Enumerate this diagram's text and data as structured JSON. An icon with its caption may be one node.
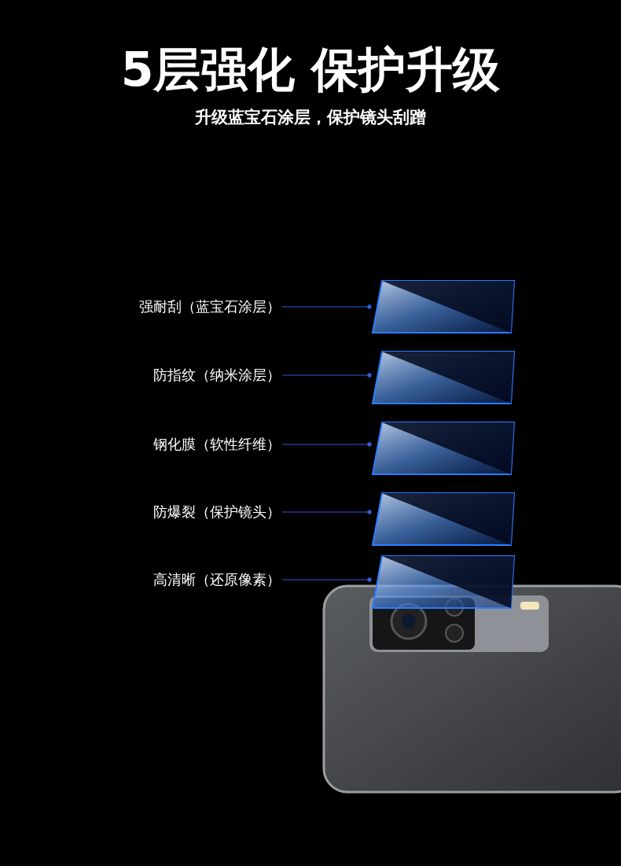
{
  "diagram": {
    "title": "5层强化 保护升级",
    "nodes": [
      {
        "text": [
          "强耐刮（蓝宝石涂层）"
        ]
      },
      {
        "text": [
          "防指纹（纳米涂层）"
        ]
      },
      {
        "text": [
          "钢化膜（软性纤维）"
        ]
      },
      {
        "text": [
          "防爆裂（保护镜头）"
        ]
      },
      {
        "text": [
          "高清晰（还原像素）"
        ]
      },
      {
        "text": [],
        "shape": "box"
      },
      {
        "text": [],
        "shape": "box"
      },
      {
        "text": [],
        "shape": "box"
      },
      {
        "text": [],
        "shape": "box"
      },
      {
        "text": [],
        "shape": "box"
      }
    ],
    "edges": [
      {
        "from": 0,
        "to": 5,
        "arrow": "other"
      },
      {
        "from": 1,
        "to": 6,
        "arrow": "other"
      },
      {
        "from": 2,
        "to": 7,
        "arrow": "other"
      },
      {
        "from": 3,
        "to": 8,
        "arrow": "other"
      },
      {
        "from": 4,
        "to": 9,
        "arrow": "other"
      }
    ],
    "labels": [
      "升级蓝宝石涂层，保护镜头刮蹭"
    ]
  }
}
